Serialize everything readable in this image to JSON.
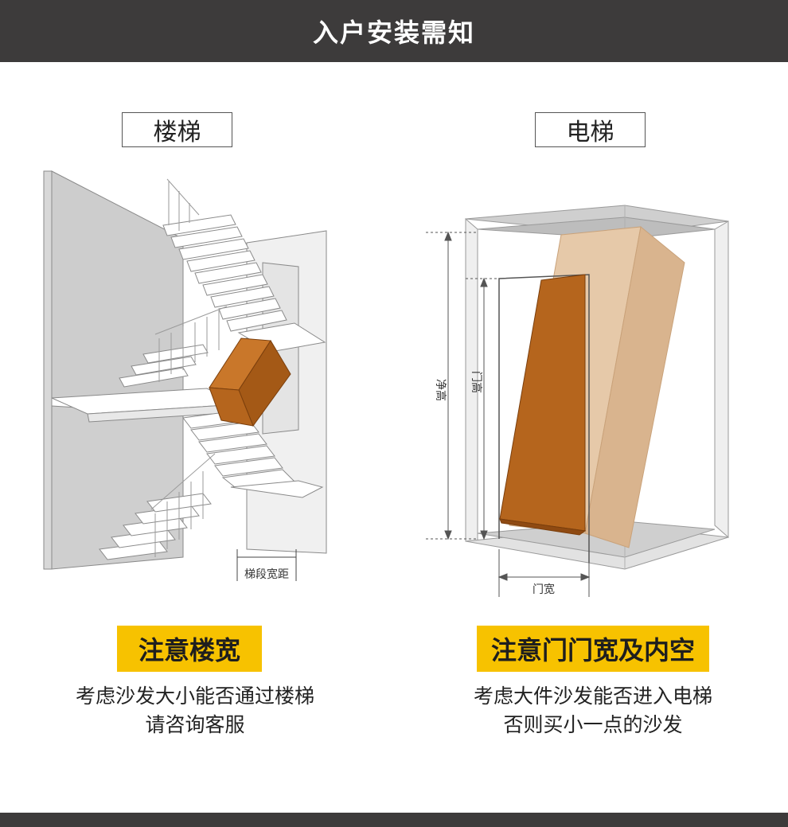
{
  "header": {
    "title": "入户安装需知"
  },
  "stairs": {
    "label": "楼梯",
    "dimension_label": "梯段宽距",
    "tag": "注意楼宽",
    "desc_line1": "考虑沙发大小能否通过楼梯",
    "desc_line2": "请咨询客服"
  },
  "elevator": {
    "label": "电梯",
    "net_height_label": "净高",
    "door_height_label": "门高",
    "door_width_label": "门宽",
    "tag": "注意门门宽及内空",
    "desc_line1": "考虑大件沙发能否进入电梯",
    "desc_line2": "否则买小一点的沙发"
  },
  "colors": {
    "header_bg": "#3d3b3b",
    "tag_bg": "#f7c200",
    "box_orange": "#b5651d",
    "box_ghost": "#e3c4a4"
  }
}
